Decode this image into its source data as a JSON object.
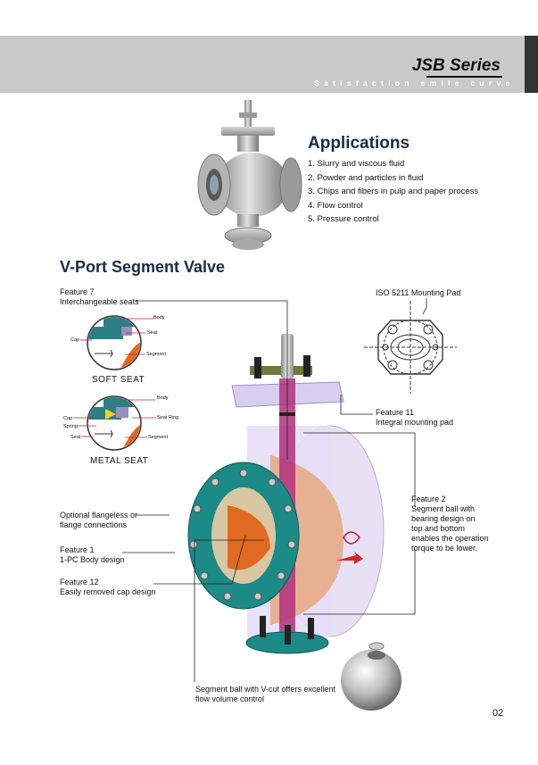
{
  "header": {
    "series_title": "JSB Series",
    "tagline": "Satisfaction smile curve"
  },
  "applications": {
    "title": "Applications",
    "items": [
      "1. Slurry and viscous fluid",
      "2. Powder and particles in fluid",
      "3. Chips and fibers in pulp and paper process",
      "4. Flow control",
      "5. Pressure control"
    ]
  },
  "section": {
    "title": "V-Port Segment Valve"
  },
  "callouts": {
    "feature7_title": "Feature 7",
    "feature7_text": "Interchangeable seats",
    "iso_pad": "ISO 5211 Mounting Pad",
    "feature11_title": "Feature 11",
    "feature11_text": "Integral mounting pad",
    "feature2_title": "Feature 2",
    "feature2_line1": "Segment ball with",
    "feature2_line2": "bearing design on",
    "feature2_line3": "top and bottom",
    "feature2_line4": "enables the operation",
    "feature2_line5": "torque to be lower.",
    "flangeless_line1": "Optional flangeless or",
    "flangeless_line2": "flange connections",
    "feature1_title": "Feature 1",
    "feature1_text": "1-PC Body design",
    "feature12_title": "Feature 12",
    "feature12_text": "Easily removed cap design",
    "vcut_line1": "Segment ball with V-cut offers excellent",
    "vcut_line2": "flow volume control"
  },
  "soft_seat": {
    "caption": "SOFT  SEAT",
    "body": "Body",
    "seat": "Seat",
    "cap": "Cap",
    "segment": "Segment"
  },
  "metal_seat": {
    "caption": "METAL  SEAT",
    "body": "Body",
    "cap": "Cap",
    "spring": "Spring",
    "seat_ring": "Seat Ring",
    "seat": "Seat",
    "segment": "Segment"
  },
  "footer": {
    "page_number": "02"
  },
  "colors": {
    "banner": "#c9c9c9",
    "title_navy": "#1a2a45",
    "flange_teal": "#1c8a86",
    "body_lavender": "#c9b8e8",
    "segment_orange": "#e06a22",
    "stem_magenta": "#b0307a"
  }
}
